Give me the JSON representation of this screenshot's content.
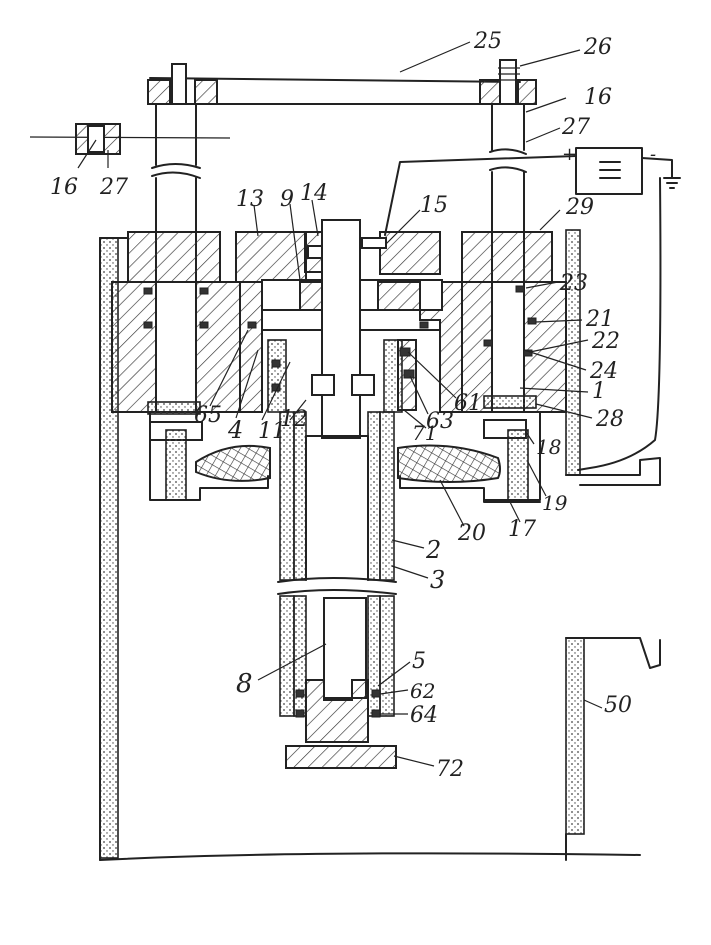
{
  "labels": {
    "l25": "25",
    "l26": "26",
    "l16a": "16",
    "l27a": "27",
    "l16b": "16",
    "l27b": "27",
    "l13": "13",
    "l9": "9",
    "l14": "14",
    "l15": "15",
    "l29": "29",
    "l23": "23",
    "l21": "21",
    "l22": "22",
    "l24": "24",
    "l1": "1",
    "l28": "28",
    "l65": "65",
    "l4": "4",
    "l11": "11",
    "l12": "12",
    "l61": "61",
    "l63": "63",
    "l71": "71",
    "l18": "18",
    "l19": "19",
    "l17": "17",
    "l20": "20",
    "l2": "2",
    "l3": "3",
    "l8": "8",
    "l5": "5",
    "l62": "62",
    "l64": "64",
    "l72": "72",
    "l50": "50",
    "plus": "+",
    "minus": "-"
  },
  "power_symbol": "battery-icon"
}
